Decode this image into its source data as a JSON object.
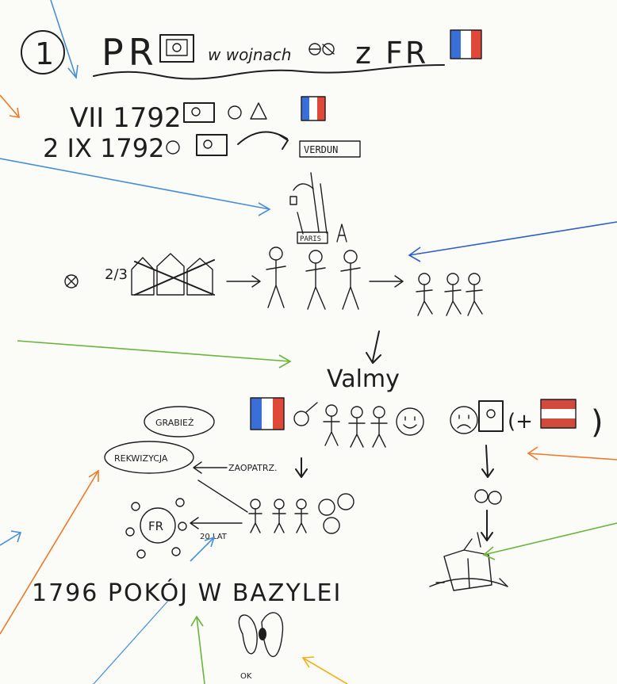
{
  "sketchnote": {
    "number": "1",
    "title": {
      "left": "PR",
      "middle": "w wojnach",
      "right": "z FR"
    },
    "timeline": [
      {
        "date": "VII 1792"
      },
      {
        "date": "2 IX 1792",
        "place": "VERDUN"
      }
    ],
    "paris_sign": "PARIS",
    "fraction": "2/3",
    "valmy": "Valmy",
    "plus_sign": "(+",
    "close_paren": ")",
    "bubble_grabiez": "GRABIEŻ",
    "bubble_rekwizycja": "REKWIZYCJA",
    "zaopatrz": "ZAOPATRZ.",
    "fr_circle": "FR",
    "lat20": "20 LAT",
    "peace": "1796 POKÓJ W BAZYLEI",
    "ok": "OK"
  },
  "colors": {
    "ink": "#1e1e1e",
    "french_blue": "#3a6fd8",
    "french_red": "#e0493a",
    "austria_red": "#d24a3c",
    "arrow_blue": "#4a8fd6",
    "arrow_dark_blue": "#2f5fc4",
    "arrow_orange": "#f07a2a",
    "arrow_green": "#6ab53a",
    "arrow_yellow": "#f1b21c"
  }
}
